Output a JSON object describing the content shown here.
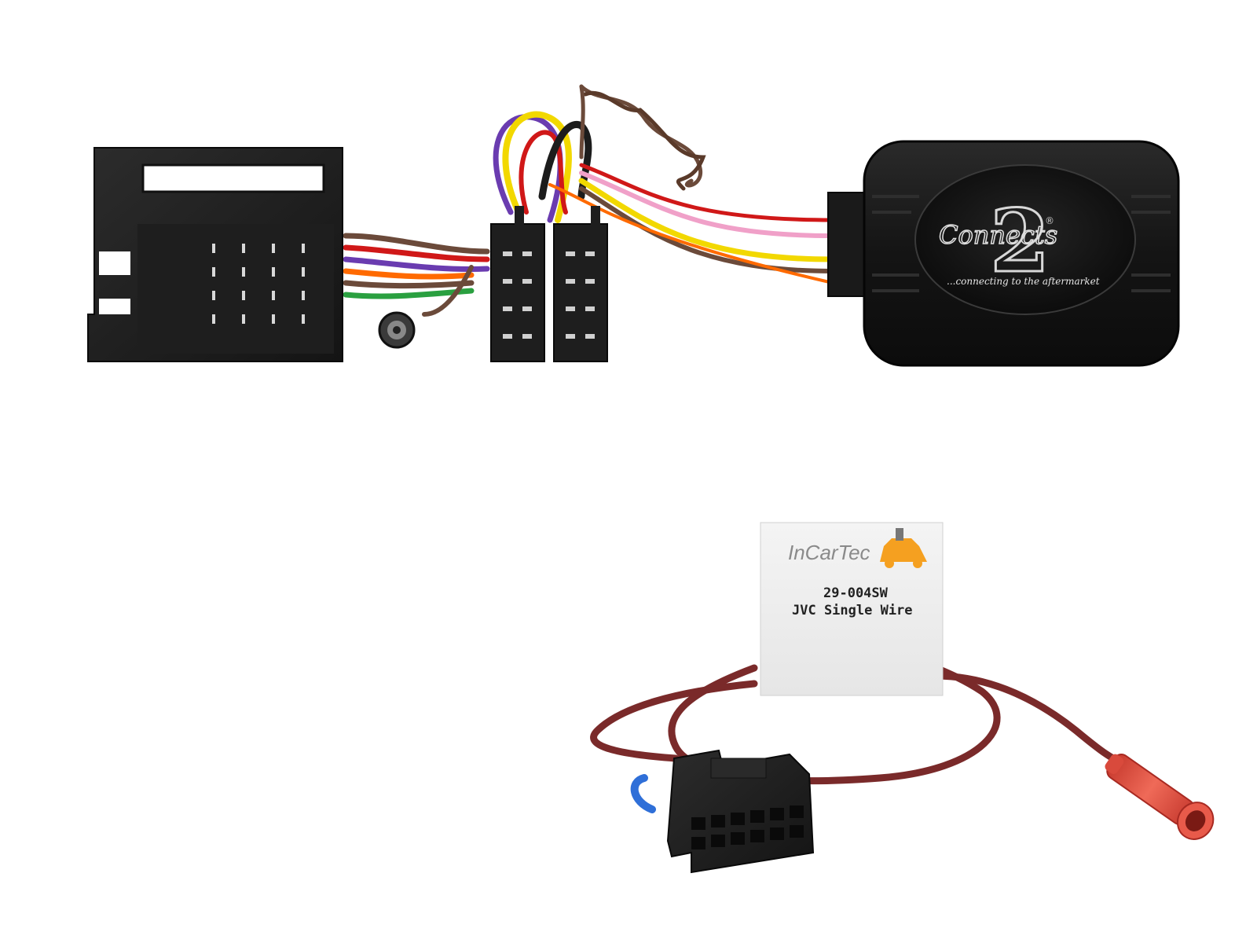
{
  "module": {
    "brand_logo_text": "Connects",
    "brand_logo_number": "2",
    "registered_mark": "®",
    "tagline": "...connecting to the aftermarket"
  },
  "label": {
    "brand": "InCarTec",
    "part_number": "29-004SW",
    "description": "JVC Single Wire"
  },
  "colors": {
    "background": "#ffffff",
    "connector_black": "#1c1c1c",
    "module_black": "#151515",
    "wire_maroon": "#7a2a2a",
    "wire_red": "#d01818",
    "wire_yellow": "#f2d800",
    "wire_pink": "#f0a0c8",
    "wire_purple": "#6a3cb0",
    "wire_brown": "#6b4a3a",
    "wire_green": "#2aa040",
    "wire_orange": "#ff6a00",
    "wire_blue": "#2f6fd8",
    "label_brand_orange": "#f5a020",
    "label_brand_gray": "#8a8a8a",
    "spade_red": "#e85a4a"
  }
}
